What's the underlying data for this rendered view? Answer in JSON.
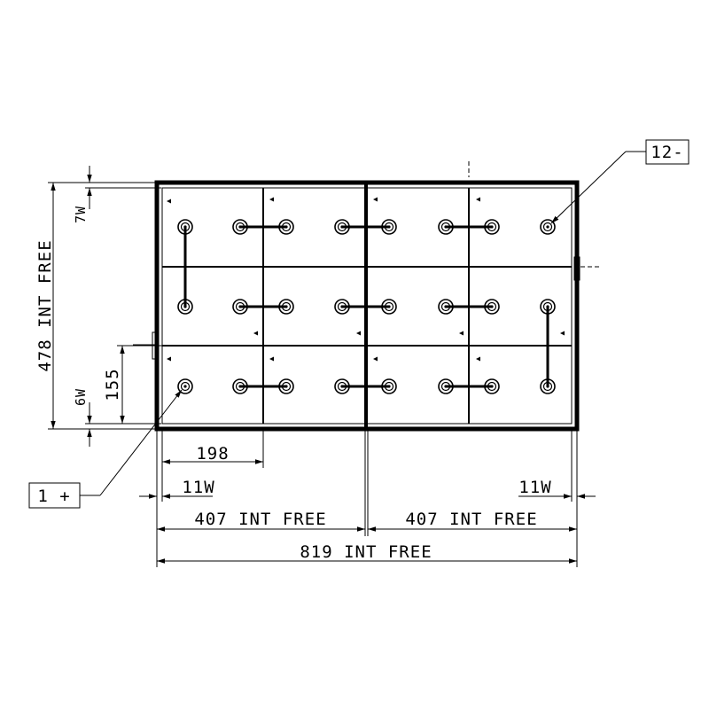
{
  "drawing": {
    "labels": {
      "terminal_negative": "12-",
      "terminal_positive": "1 +",
      "dim_height_int_free": "478 INT FREE",
      "dim_top_gap": "7W",
      "dim_bottom_gap": "6W",
      "dim_row_height": "155",
      "dim_cell_width": "198",
      "dim_left_wall": "11W",
      "dim_right_wall": "11W",
      "dim_left_half": "407 INT FREE",
      "dim_right_half": "407 INT FREE",
      "dim_total_width": "819 INT FREE"
    },
    "colors": {
      "ink": "#000000",
      "paper": "#ffffff"
    }
  }
}
